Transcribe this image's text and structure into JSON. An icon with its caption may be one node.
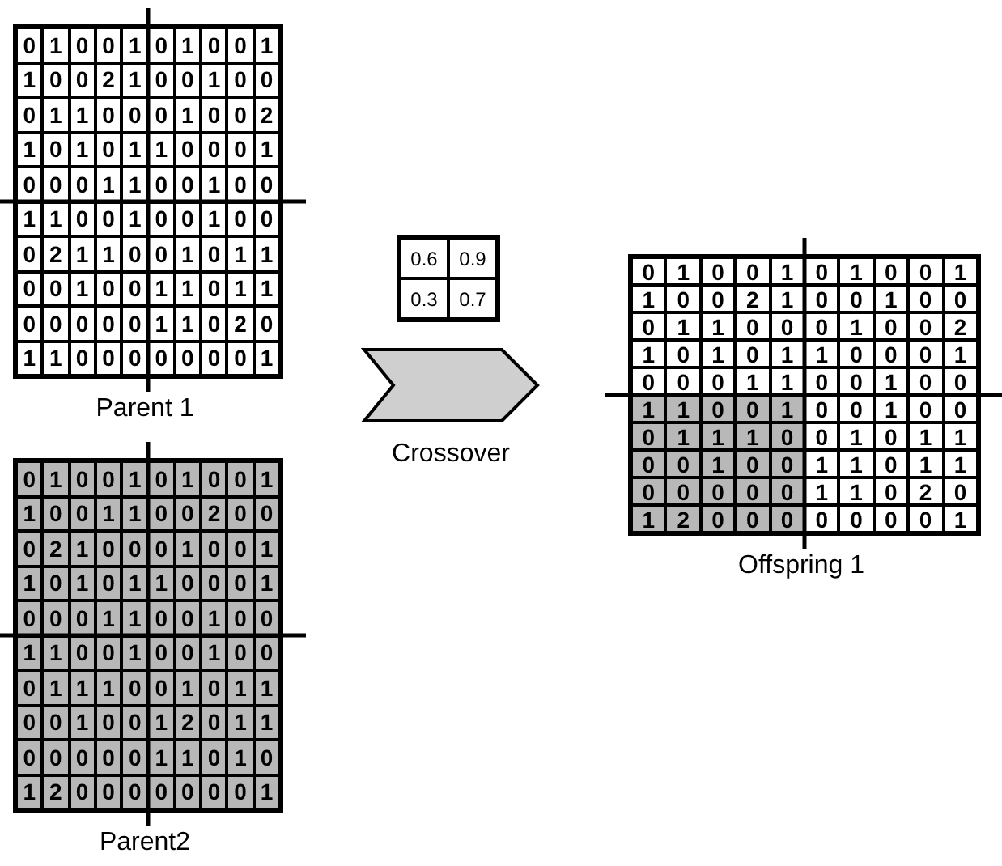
{
  "diagram": {
    "nodes": [
      {
        "text": [
          "0",
          "1",
          "0",
          "0",
          "1",
          "0",
          "1",
          "0",
          "0",
          "1",
          "1",
          "0",
          "0",
          "2",
          "1",
          "0",
          "0",
          "1",
          "0",
          "0",
          "0",
          "1",
          "1",
          "0",
          "0",
          "0",
          "1",
          "0",
          "0",
          "2",
          "1",
          "0",
          "1",
          "0",
          "1",
          "1",
          "0",
          "0",
          "0",
          "1",
          "0",
          "0",
          "0",
          "1",
          "1",
          "0",
          "0",
          "1",
          "0",
          "0",
          "1",
          "1",
          "0",
          "0",
          "1",
          "0",
          "0",
          "1",
          "0",
          "0",
          "0",
          "2",
          "1",
          "1",
          "0",
          "0",
          "1",
          "0",
          "1",
          "1",
          "0",
          "0",
          "1",
          "0",
          "0",
          "1",
          "1",
          "0",
          "1",
          "1",
          "0",
          "0",
          "0",
          "0",
          "0",
          "1",
          "1",
          "0",
          "2",
          "0",
          "1",
          "1",
          "0",
          "0",
          "0",
          "0",
          "0",
          "0",
          "0",
          "1",
          "Parent 1"
        ]
      },
      {
        "text": [
          "0",
          "1",
          "0",
          "0",
          "1",
          "0",
          "1",
          "0",
          "0",
          "1",
          "1",
          "0",
          "0",
          "1",
          "1",
          "0",
          "0",
          "2",
          "0",
          "0",
          "0",
          "2",
          "1",
          "0",
          "0",
          "0",
          "1",
          "0",
          "0",
          "1",
          "1",
          "0",
          "1",
          "0",
          "1",
          "1",
          "0",
          "0",
          "0",
          "1",
          "0",
          "0",
          "0",
          "1",
          "1",
          "0",
          "0",
          "1",
          "0",
          "0",
          "1",
          "1",
          "0",
          "0",
          "1",
          "0",
          "0",
          "1",
          "0",
          "0",
          "0",
          "1",
          "1",
          "1",
          "0",
          "0",
          "1",
          "0",
          "1",
          "1",
          "0",
          "0",
          "1",
          "0",
          "0",
          "1",
          "2",
          "0",
          "1",
          "1",
          "0",
          "0",
          "0",
          "0",
          "0",
          "1",
          "1",
          "0",
          "1",
          "0",
          "1",
          "2",
          "0",
          "0",
          "0",
          "0",
          "0",
          "0",
          "0",
          "1",
          "Parent2"
        ]
      },
      {
        "text": [
          "0.6",
          "0.9",
          "0.3",
          "0.7"
        ]
      },
      {
        "text": [
          "0",
          "1",
          "0",
          "0",
          "1",
          "0",
          "1",
          "0",
          "0",
          "1",
          "1",
          "0",
          "0",
          "2",
          "1",
          "0",
          "0",
          "1",
          "0",
          "0",
          "0",
          "1",
          "1",
          "0",
          "0",
          "0",
          "1",
          "0",
          "0",
          "2",
          "1",
          "0",
          "1",
          "0",
          "1",
          "1",
          "0",
          "0",
          "0",
          "1",
          "0",
          "0",
          "0",
          "1",
          "1",
          "0",
          "0",
          "1",
          "0",
          "0",
          "1",
          "1",
          "0",
          "0",
          "1",
          "0",
          "0",
          "1",
          "0",
          "0",
          "0",
          "1",
          "1",
          "1",
          "0",
          "0",
          "1",
          "0",
          "1",
          "1",
          "0",
          "0",
          "1",
          "0",
          "0",
          "1",
          "1",
          "0",
          "1",
          "1",
          "0",
          "0",
          "0",
          "0",
          "0",
          "1",
          "1",
          "0",
          "2",
          "0",
          "1",
          "2",
          "0",
          "0",
          "0",
          "0",
          "0",
          "0",
          "0",
          "1",
          "Offspring 1"
        ]
      }
    ],
    "edges": [
      {
        "from": 0,
        "to": 3,
        "arrow": "to",
        "label": "Crossover"
      },
      {
        "from": 1,
        "to": 3,
        "arrow": "to"
      }
    ]
  }
}
